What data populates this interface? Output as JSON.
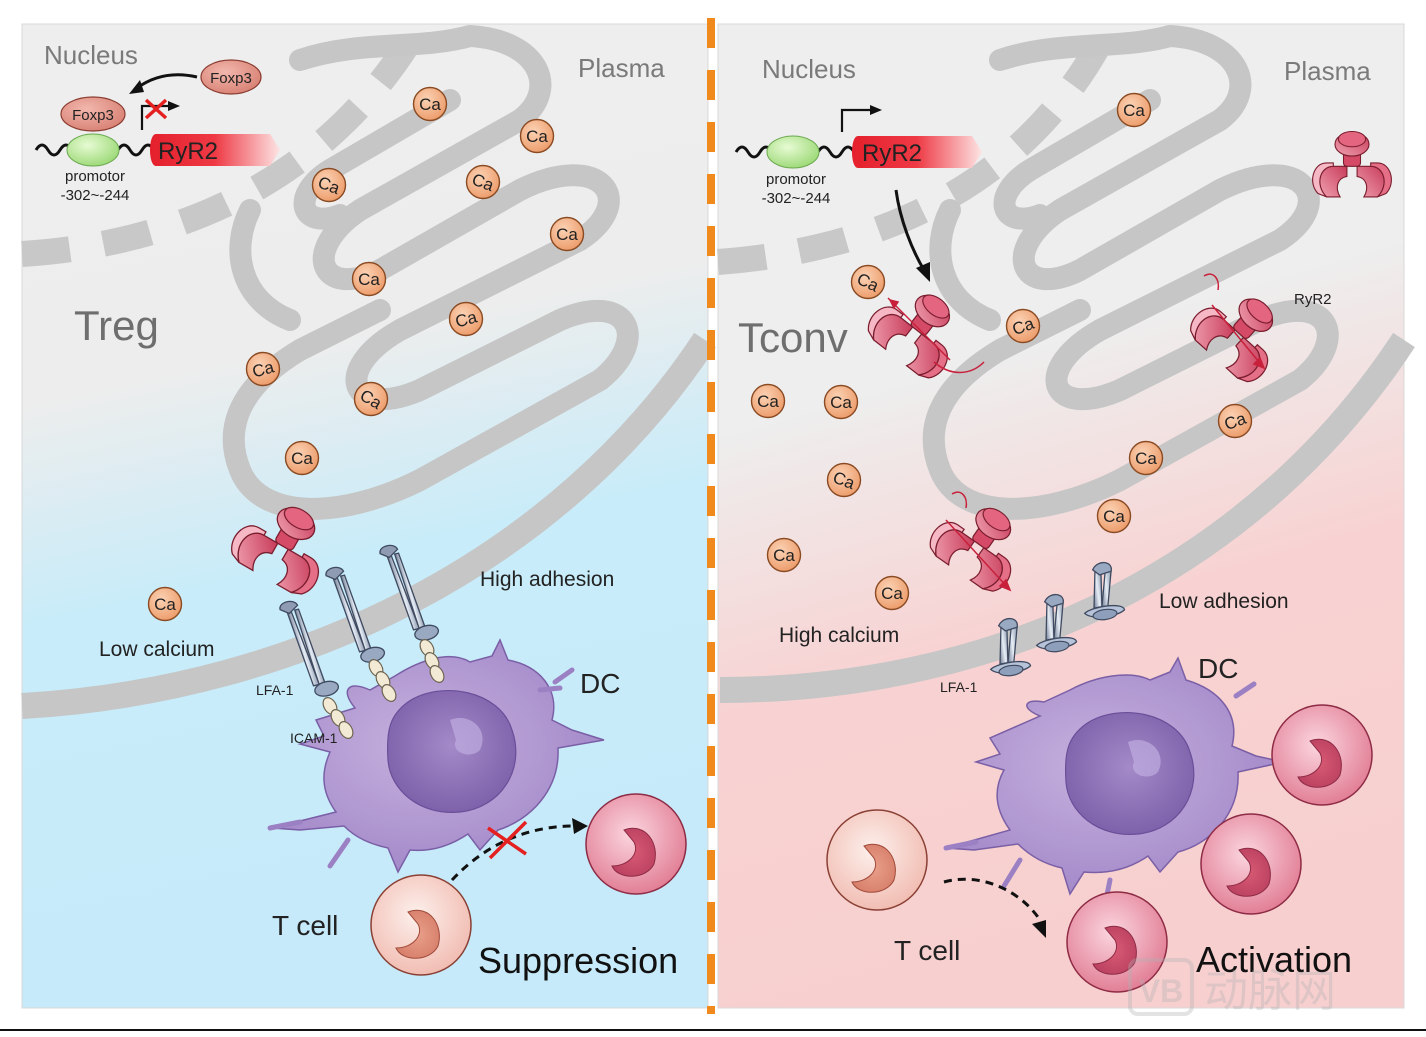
{
  "left_panel": {
    "cell_type": "Treg",
    "nucleus_label": "Nucleus",
    "plasma_label": "Plasma",
    "tf_label": "Foxp3",
    "tf_bound_label": "Foxp3",
    "gene_label": "RyR2",
    "promoter_label": "promotor",
    "promoter_range": "-302~-244",
    "calcium_level": "Low calcium",
    "adhesion_level": "High adhesion",
    "integrin_label": "LFA-1",
    "ligand_label": "ICAM-1",
    "dc_label": "DC",
    "tcell_label": "T cell",
    "outcome": "Suppression",
    "background_color": "#c9ecfa"
  },
  "right_panel": {
    "cell_type": "Tconv",
    "nucleus_label": "Nucleus",
    "plasma_label": "Plasma",
    "gene_label": "RyR2",
    "promoter_label": "promotor",
    "promoter_range": "-302~-244",
    "channel_label": "RyR2",
    "calcium_level": "High calcium",
    "adhesion_level": "Low adhesion",
    "integrin_label": "LFA-1",
    "dc_label": "DC",
    "tcell_label": "T cell",
    "outcome": "Activation",
    "background_color": "#f8d2d2"
  },
  "ion_label": "Ca",
  "divider_color": "#f08a1c",
  "watermark": "动脉网"
}
